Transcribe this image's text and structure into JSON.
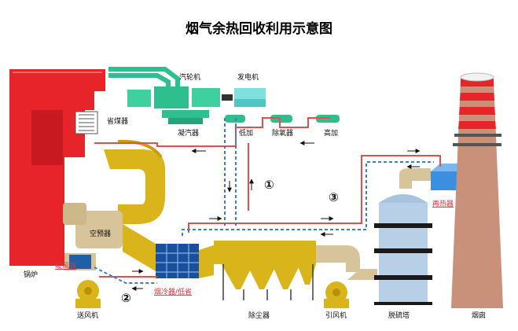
{
  "title": "烟气余热回收利用示意图",
  "labels": {
    "turbine": "汽轮机",
    "generator": "发电机",
    "economizer": "省煤器",
    "condenser": "凝汽器",
    "low_heater": "低加",
    "deaerator": "除氧器",
    "high_heater": "高加",
    "air_preheater": "空预器",
    "boiler": "锅炉",
    "heater": "暖风器",
    "forced_fan": "送风机",
    "flue_cooler": "烟冷器/低省",
    "dust_collector": "除尘器",
    "induced_fan": "引风机",
    "desulfurization_tower": "脱硫塔",
    "reheater": "再热器",
    "chimney": "烟囱"
  },
  "markers": {
    "one": "①",
    "two": "②",
    "three": "③"
  },
  "colors": {
    "boiler": "#e8242b",
    "duct_tan": "#d8c49a",
    "duct_yellow": "#d9b41a",
    "turbine_green": "#2fbf8f",
    "hot_line": "#e05050",
    "cold_line": "#3a7fd0",
    "tower_blue": "#b8cfe8",
    "chimney_brown": "#c9907a",
    "chimney_red": "#e8242b"
  }
}
